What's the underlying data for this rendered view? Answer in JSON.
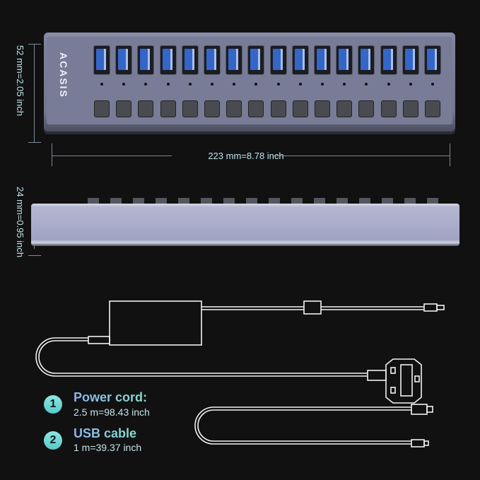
{
  "product": {
    "brand_logo": "ACASIS",
    "port_count": 16
  },
  "dimensions": {
    "height_top_view": "52 mm=2.05 inch",
    "length": "223 mm=8.78 inch",
    "height_side_view": "24 mm=0.95 inch"
  },
  "accessories": [
    {
      "number": "1",
      "title": "Power cord:",
      "detail": "2.5 m=98.43 inch",
      "icon": "power-adapter-with-uk-plug"
    },
    {
      "number": "2",
      "title": "USB cable",
      "detail": "1 m=39.37 inch",
      "icon": "usb-cable"
    }
  ],
  "colors": {
    "background": "#111112",
    "dimension_text": "#bfe3ea",
    "usb_port_blue": "#3466c9",
    "legend_badge": "#6fd6d2",
    "legend_title_gradient_start": "#8cb4ee",
    "legend_title_gradient_end": "#88e0cf"
  }
}
